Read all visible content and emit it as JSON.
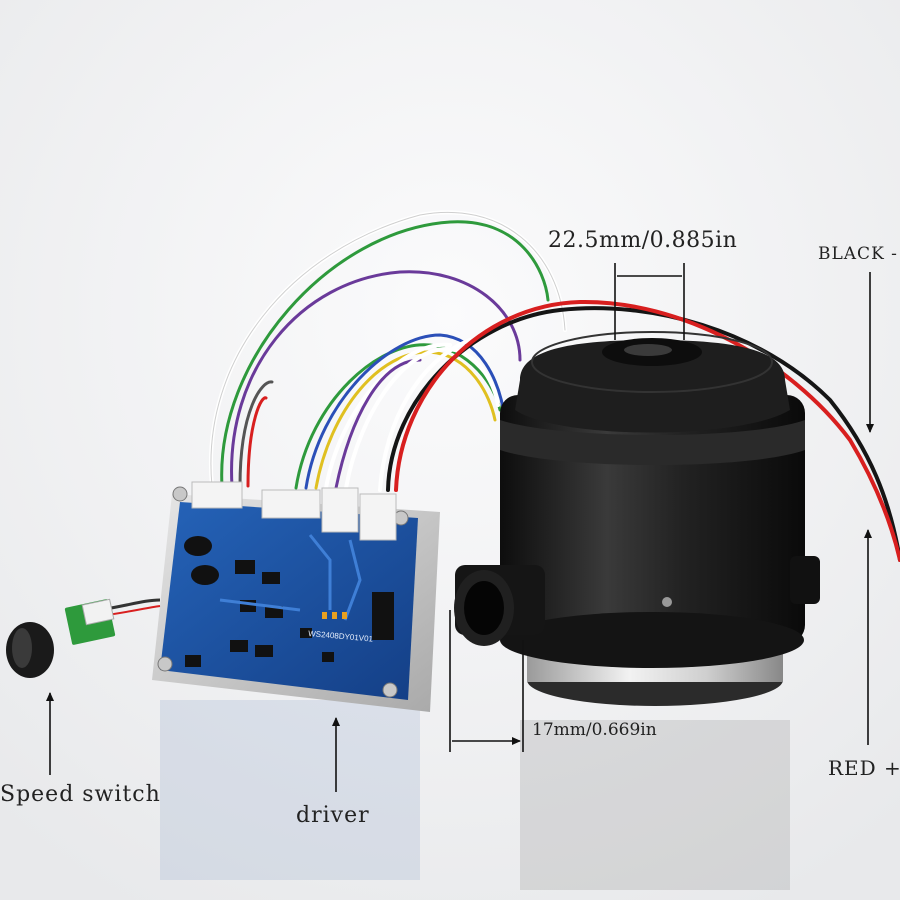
{
  "labels": {
    "dimension_top": "22.5mm/0.885in",
    "dimension_bottom": "17mm/0.669in",
    "black_wire": "BLACK -",
    "red_wire": "RED +",
    "speed_switch": "Speed switch",
    "driver": "driver"
  },
  "board_silkscreen": "WS2408DY01V01",
  "colors": {
    "background": "#f3f4f5",
    "blower_body": "#1a1a1a",
    "pcb": "#1d4f9c",
    "red_wire": "#d81f1f",
    "black_wire": "#151515",
    "green_wire": "#2e9a3c",
    "purple_wire": "#6a3a9a",
    "blue_wire": "#2b4fb8",
    "yellow_wire": "#e0c020"
  }
}
